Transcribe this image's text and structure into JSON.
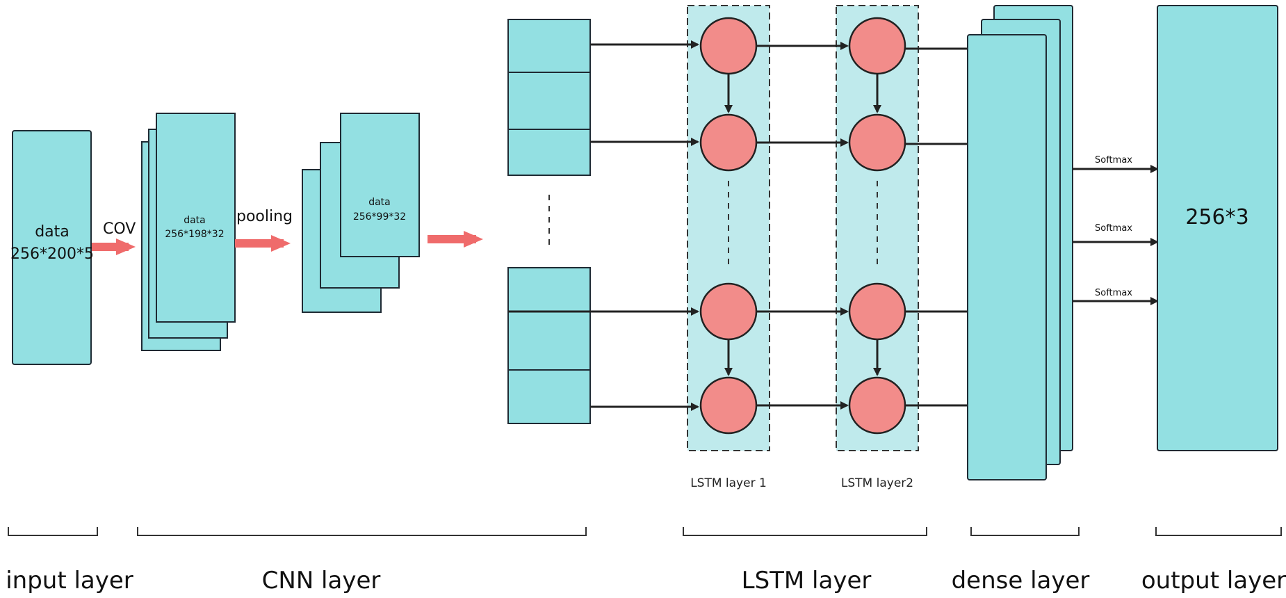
{
  "input_block": {
    "label_line1": "data",
    "label_line2": "256*200*5"
  },
  "cov_label": "COV",
  "conv_block": {
    "label_line1": "data",
    "label_line2": "256*198*32"
  },
  "pooling_label": "pooling",
  "pool_block": {
    "label_line1": "data",
    "label_line2": "256*99*32"
  },
  "lstm_labels": {
    "layer1": "LSTM layer 1",
    "layer2": "LSTM layer2"
  },
  "softmax_labels": [
    "Softmax",
    "Softmax",
    "Softmax"
  ],
  "output_block": {
    "label": "256*3"
  },
  "section_labels": {
    "input": "input layer",
    "cnn": "CNN layer",
    "lstm": "LSTM layer",
    "dense": "dense layer",
    "output": "output layer"
  },
  "colors": {
    "box": "#93e0e2",
    "cell": "#f28c8a",
    "red_arrow": "#ef6b6b",
    "panel": "#bfeaec"
  }
}
